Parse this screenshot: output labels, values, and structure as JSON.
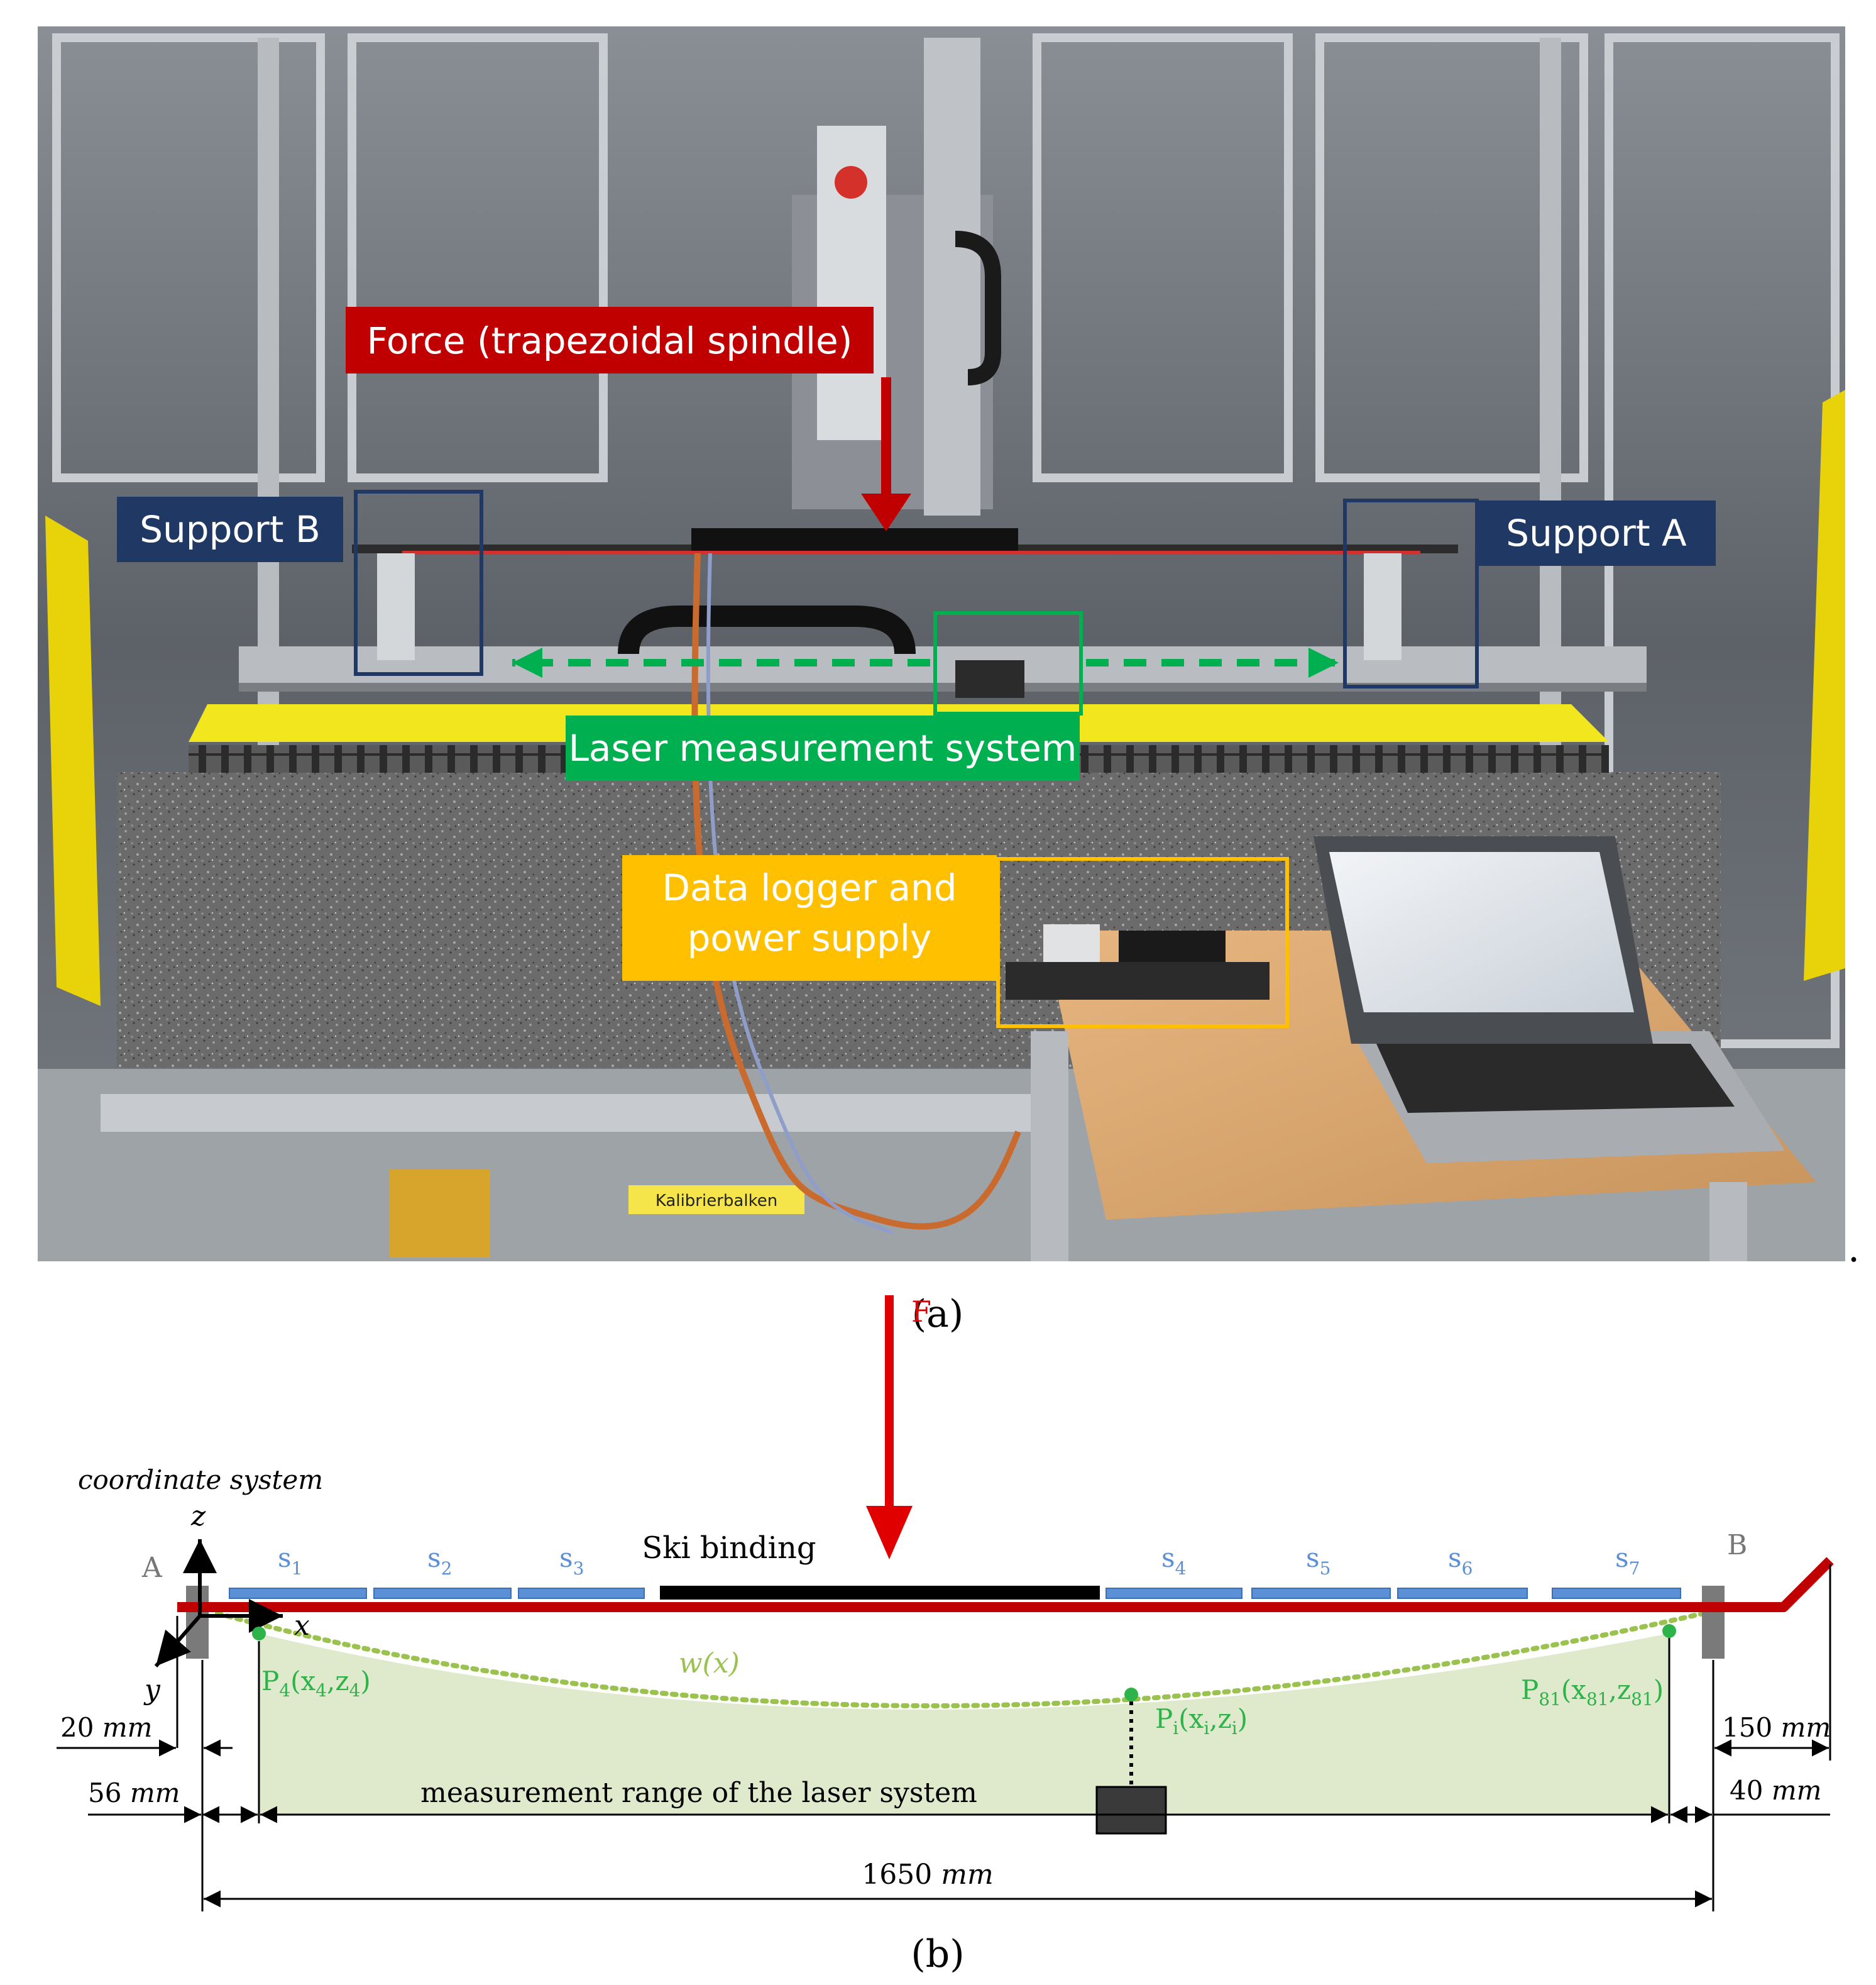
{
  "photo": {
    "labels": {
      "force": "Force (trapezoidal spindle)",
      "support_b": "Support B",
      "support_a": "Support A",
      "laser": "Laser measurement system",
      "logger_line1": "Data logger and",
      "logger_line2": "power supply",
      "beam_sign": "Kalibrierbalken"
    },
    "colors": {
      "force": "#c00000",
      "support": "#1f3864",
      "laser": "#00b050",
      "logger": "#ffc000"
    }
  },
  "caption_a": "(a)",
  "caption_b": "(b)",
  "trailing_dot": ".",
  "schematic": {
    "coord_title": "coordinate system",
    "axis_z": "z",
    "axis_x": "x",
    "axis_y": "y",
    "label_A": "A",
    "label_B": "B",
    "force": "F",
    "binding": "Ski binding",
    "sensors": [
      {
        "base": "s",
        "sub": "1"
      },
      {
        "base": "s",
        "sub": "2"
      },
      {
        "base": "s",
        "sub": "3"
      },
      {
        "base": "s",
        "sub": "4"
      },
      {
        "base": "s",
        "sub": "5"
      },
      {
        "base": "s",
        "sub": "6"
      },
      {
        "base": "s",
        "sub": "7"
      }
    ],
    "deflection": "w(x)",
    "points": {
      "p4": {
        "P": "P",
        "i": "4",
        "open": "(x",
        "mid": ",z",
        "close": ")"
      },
      "pi": {
        "P": "P",
        "i": "i",
        "open": "(x",
        "mid": ",z",
        "close": ")"
      },
      "p81": {
        "P": "P",
        "i": "81",
        "open": "(x",
        "mid": ",z",
        "close": ")"
      }
    },
    "range_label": "measurement range of the laser system",
    "dims": {
      "d20": "20",
      "d56": "56",
      "d150": "150",
      "d40": "40",
      "d1650": "1650",
      "unit": "mm"
    },
    "colors": {
      "ski": "#c00000",
      "sensor": "#5b8fd6",
      "green": "#2db34a",
      "range_fill": "#dfe9cc",
      "curve": "#9bc24f"
    }
  }
}
